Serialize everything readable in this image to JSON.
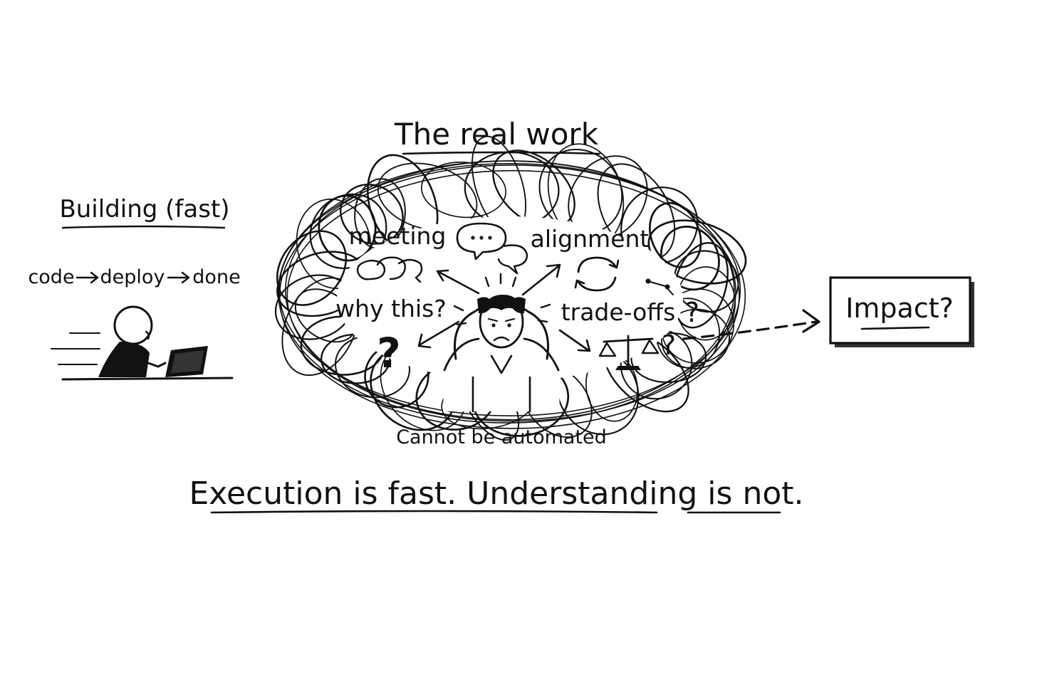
{
  "title": "The real work",
  "left_panel": {
    "heading": "Building (fast)",
    "flow": [
      "code",
      "deploy",
      "done"
    ]
  },
  "cloud_labels": {
    "meeting": "meeting",
    "alignment": "alignment",
    "why_this": "why this?",
    "trade_offs": "trade-offs",
    "question_mark": "?"
  },
  "caption": "Cannot be automated",
  "impact_label": "Impact?",
  "tagline": "Execution is fast. Understanding is not.",
  "icons": [
    "person-at-laptop-icon",
    "speech-bubbles-icon",
    "sync-cycle-icon",
    "scale-icon",
    "question-mark-icon",
    "stressed-person-icon",
    "network-node-icon"
  ],
  "colors": {
    "ink": "#111111",
    "background": "#ffffff"
  }
}
